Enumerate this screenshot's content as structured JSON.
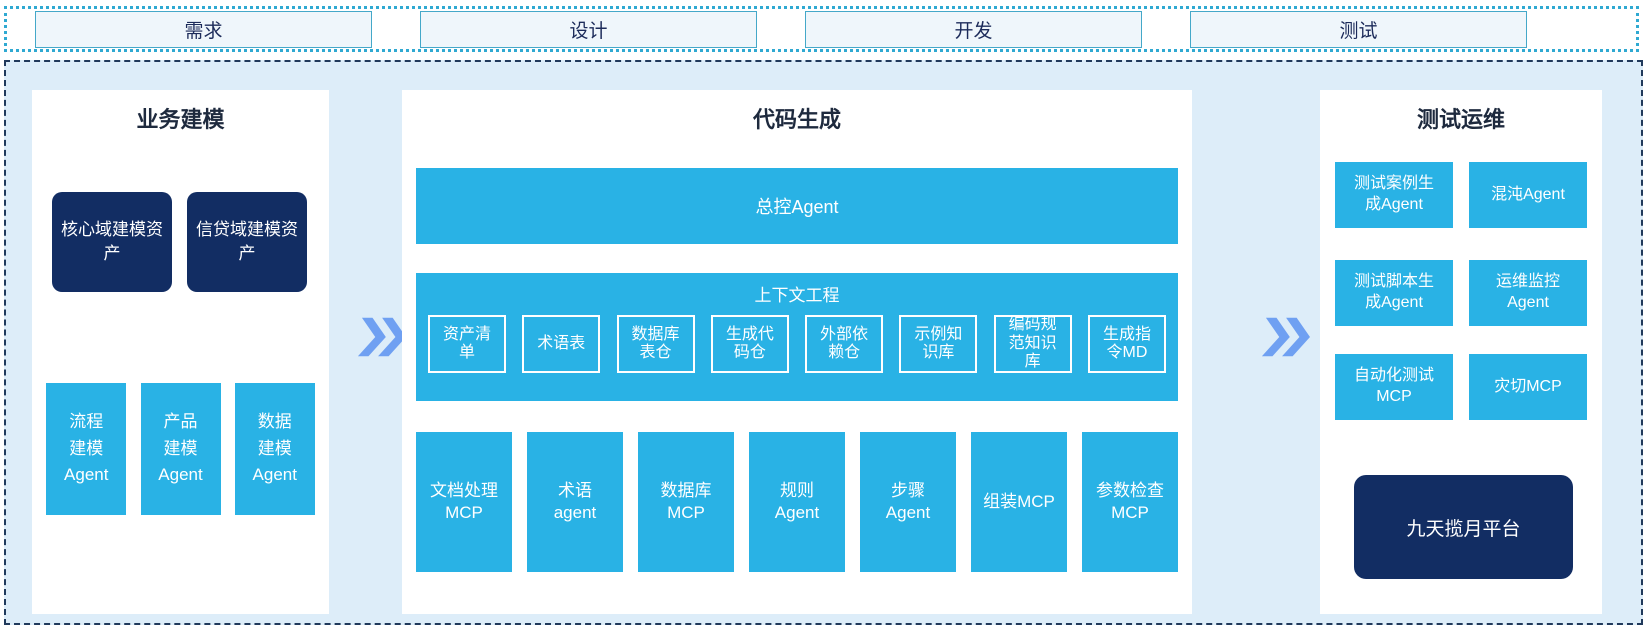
{
  "phases": [
    "需求",
    "设计",
    "开发",
    "测试"
  ],
  "business": {
    "title": "业务建模",
    "assets": [
      "核心域建模资产",
      "信贷域建模资产"
    ],
    "agents": [
      "流程建模Agent",
      "产品建模Agent",
      "数据建模Agent"
    ]
  },
  "codegen": {
    "title": "代码生成",
    "master_agent": "总控Agent",
    "context": {
      "title": "上下文工程",
      "items": [
        "资产清单",
        "术语表",
        "数据库表仓",
        "生成代码仓",
        "外部依赖仓",
        "示例知识库",
        "编码规范知识库",
        "生成指令MD"
      ]
    },
    "tools": [
      "文档处理MCP",
      "术语agent",
      "数据库MCP",
      "规则Agent",
      "步骤Agent",
      "组装MCP",
      "参数检查MCP"
    ]
  },
  "testops": {
    "title": "测试运维",
    "boxes": [
      "测试案例生成Agent",
      "混沌Agent",
      "测试脚本生成Agent",
      "运维监控Agent",
      "自动化测试MCP",
      "灾切MCP"
    ],
    "platform": "九天揽月平台"
  },
  "colors": {
    "cyan": "#29B2E5",
    "navy": "#122D63",
    "panel_bg": "#DDEDF9",
    "chevron": "#6FA0F2",
    "phase_fill": "#EFF6FB",
    "phase_border": "#44A8C9",
    "dotted_border": "#2FA9D2",
    "dashed_border": "#20395B"
  }
}
